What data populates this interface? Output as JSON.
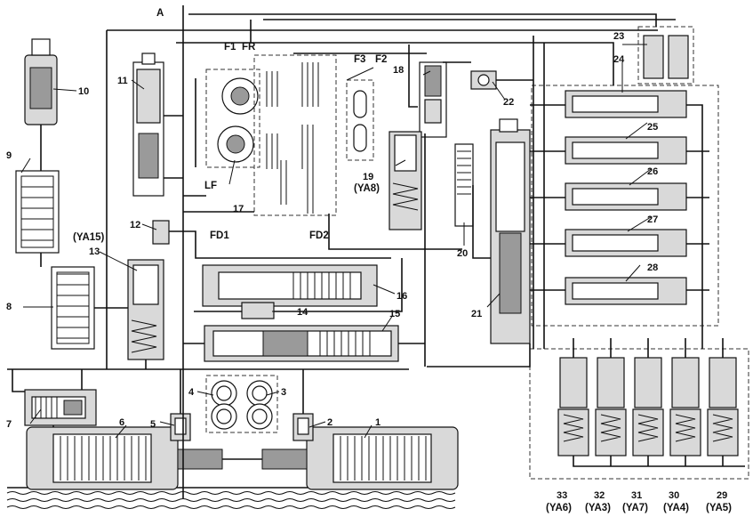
{
  "labels": {
    "A": "A",
    "n1": "1",
    "n2": "2",
    "n3": "3",
    "n4": "4",
    "n5": "5",
    "n6": "6",
    "n7": "7",
    "n8": "8",
    "n9": "9",
    "n10": "10",
    "n11": "11",
    "n12": "12",
    "n13": "13",
    "n14": "14",
    "n15": "15",
    "n16": "16",
    "n17": "17",
    "n18": "18",
    "n19": "19",
    "n20": "20",
    "n21": "21",
    "n22": "22",
    "n23": "23",
    "n24": "24",
    "n25": "25",
    "n26": "26",
    "n27": "27",
    "n28": "28",
    "n29": "29",
    "n30": "30",
    "n31": "31",
    "n32": "32",
    "n33": "33",
    "ya15": "(YA15)",
    "ya8": "(YA8)",
    "ya6": "(YA6)",
    "ya3": "(YA3)",
    "ya7": "(YA7)",
    "ya4": "(YA4)",
    "ya5": "(YA5)",
    "F1": "F1",
    "FR": "FR",
    "F3": "F3",
    "F2": "F2",
    "LF": "LF",
    "FD1": "FD1",
    "FD2": "FD2"
  }
}
